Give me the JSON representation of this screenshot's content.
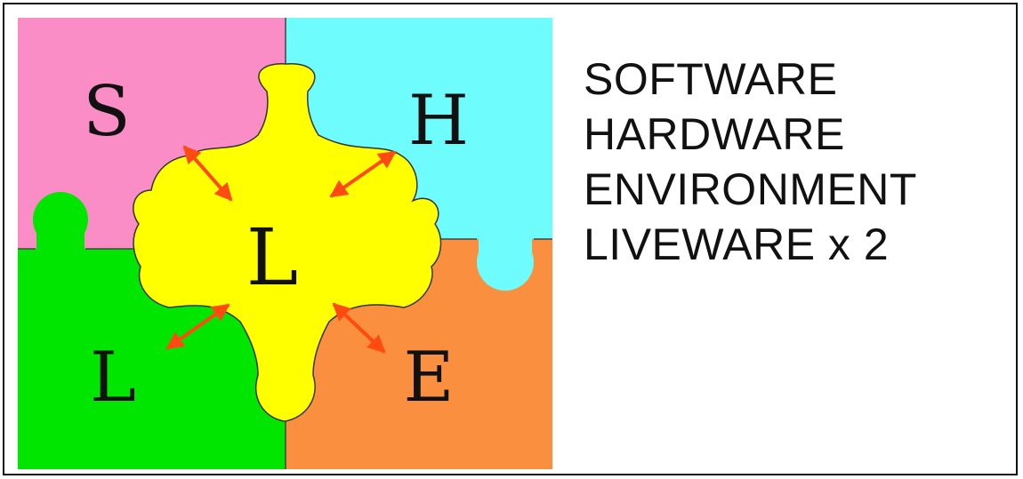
{
  "pieces": {
    "software": {
      "letter": "S",
      "color": "#fa8cc6"
    },
    "hardware": {
      "letter": "H",
      "color": "#6ffcfc"
    },
    "liveware_center": {
      "letter": "L",
      "color": "#ffff00"
    },
    "liveware_outer": {
      "letter": "L",
      "color": "#00e600"
    },
    "environment": {
      "letter": "E",
      "color": "#fb8f40"
    }
  },
  "arrow_color": "#ff4a12",
  "legend": {
    "items": [
      "SOFTWARE",
      "HARDWARE",
      "ENVIRONMENT",
      "LIVEWARE x 2"
    ]
  }
}
